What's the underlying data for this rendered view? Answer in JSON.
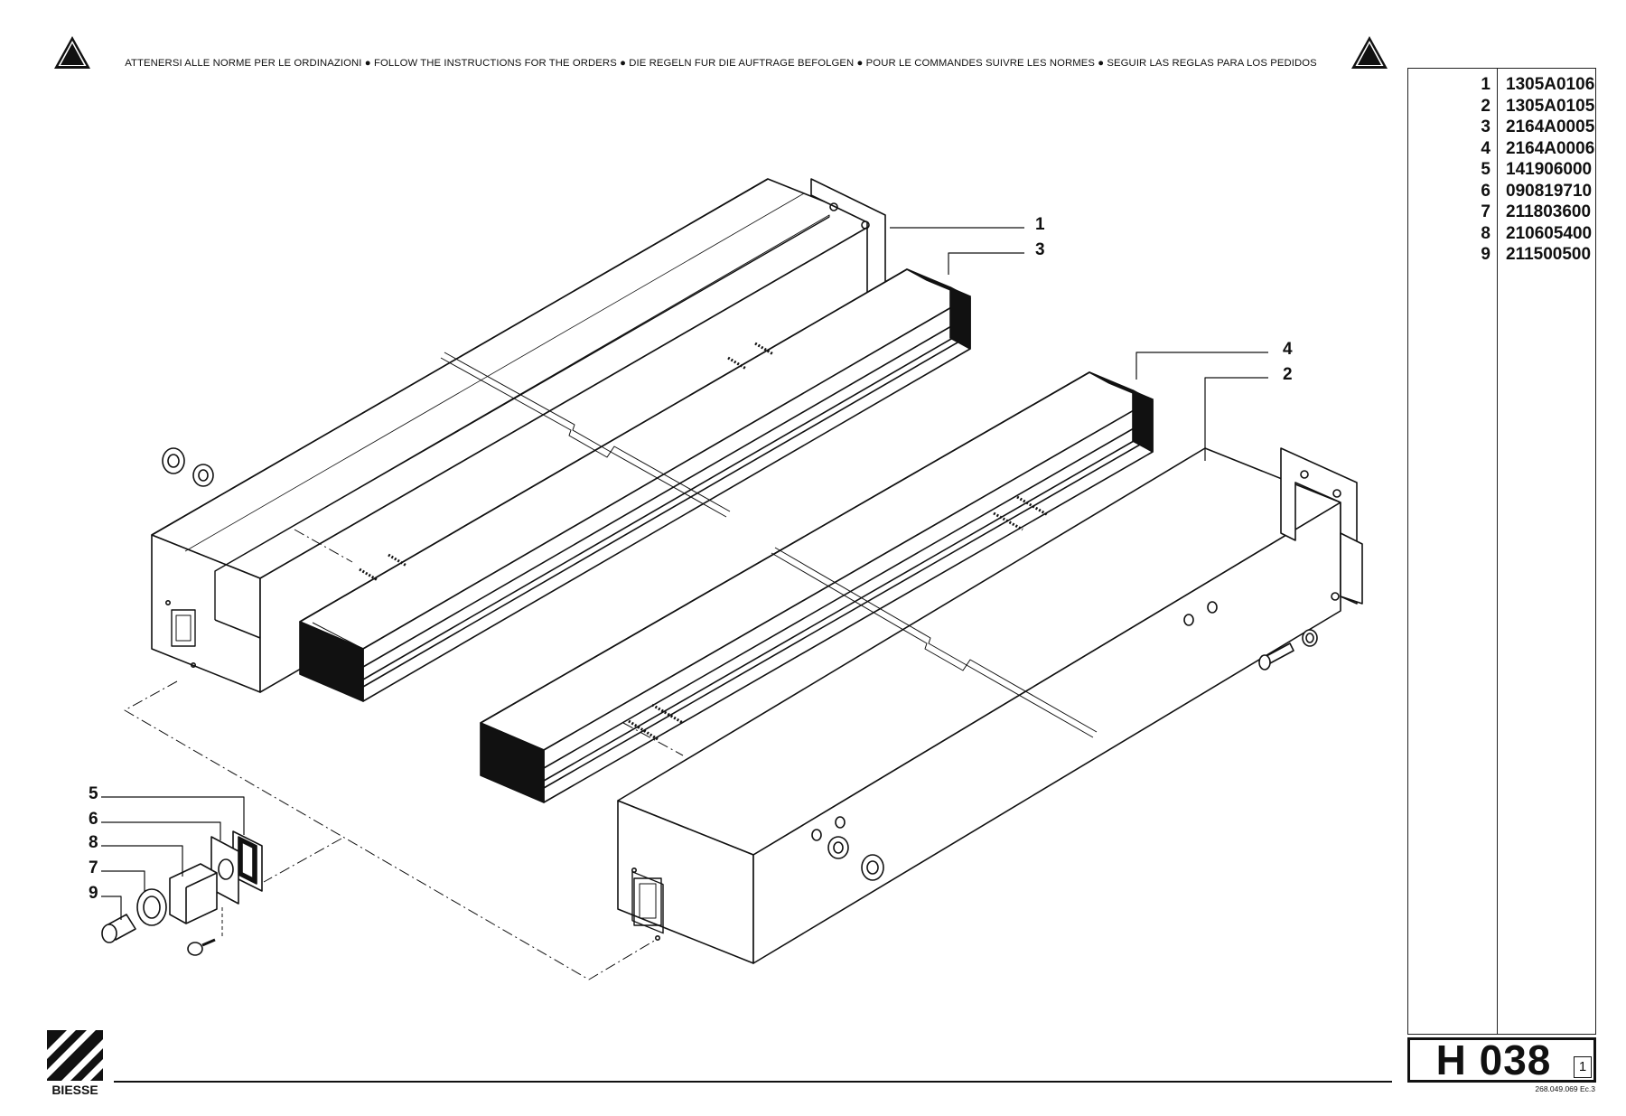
{
  "header": {
    "text": "ATTENERSI ALLE NORME PER LE ORDINAZIONI  ●  FOLLOW THE INSTRUCTIONS FOR THE ORDERS  ●  DIE REGELN FUR DIE AUFTRAGE BEFOLGEN  ●  POUR LE COMMANDES SUIVRE LES NORMES  ●  SEGUIR LAS REGLAS PARA LOS PEDIDOS"
  },
  "parts": [
    {
      "num": "1",
      "code": "1305A0106"
    },
    {
      "num": "2",
      "code": "1305A0105"
    },
    {
      "num": "3",
      "code": "2164A0005"
    },
    {
      "num": "4",
      "code": "2164A0006"
    },
    {
      "num": "5",
      "code": "141906000"
    },
    {
      "num": "6",
      "code": "090819710"
    },
    {
      "num": "7",
      "code": "211803600"
    },
    {
      "num": "8",
      "code": "210605400"
    },
    {
      "num": "9",
      "code": "211500500"
    }
  ],
  "callouts": {
    "c1": "1",
    "c2": "2",
    "c3": "3",
    "c4": "4",
    "c5": "5",
    "c6": "6",
    "c7": "7",
    "c8": "8",
    "c9": "9"
  },
  "sheet": {
    "code": "H 038",
    "page": "1",
    "ref": "268.049.069 Ec.3"
  },
  "logo": {
    "text": "BIESSE"
  }
}
